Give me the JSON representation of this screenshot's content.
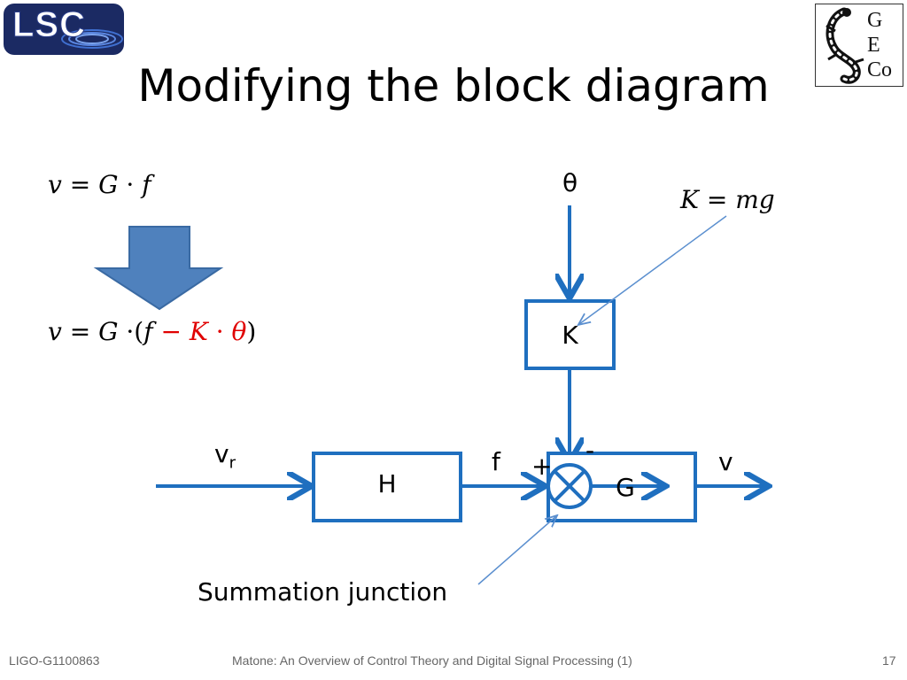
{
  "logos": {
    "left_text": "LSC",
    "right_letters": [
      "G",
      "E",
      "Co"
    ]
  },
  "slide": {
    "title": "Modifying the block diagram"
  },
  "equations": {
    "eq1": {
      "v": "v",
      "eq": "=",
      "G": "G",
      "dot": "·",
      "f": "f"
    },
    "eq2": {
      "v": "v",
      "eq": "=",
      "G": "G",
      "dot": "·",
      "open": "(",
      "f": "f",
      "minus": "−",
      "K": "K",
      "dot2": "·",
      "theta": "θ",
      "close": ")"
    },
    "k_def": {
      "K": "K",
      "eq": "=",
      "mg": "mg"
    }
  },
  "diagram": {
    "theta_label": "θ",
    "block_K": "K",
    "block_H": "H",
    "block_G": "G",
    "input_label": "v",
    "input_sub": "r",
    "f_label": "f",
    "plus_sign": "+",
    "minus_sign": "-",
    "output_label": "v",
    "annotation": "Summation junction"
  },
  "colors": {
    "block_stroke": "#1f6fbf",
    "down_arrow_fill": "#4f81bd",
    "down_arrow_stroke": "#3a6aa3",
    "red_term": "#e00000",
    "pointer_line": "#5b8fcf"
  },
  "footer": {
    "left": "LIGO-G1100863",
    "center": "Matone: An Overview of Control Theory and Digital Signal Processing (1)",
    "page": "17"
  }
}
